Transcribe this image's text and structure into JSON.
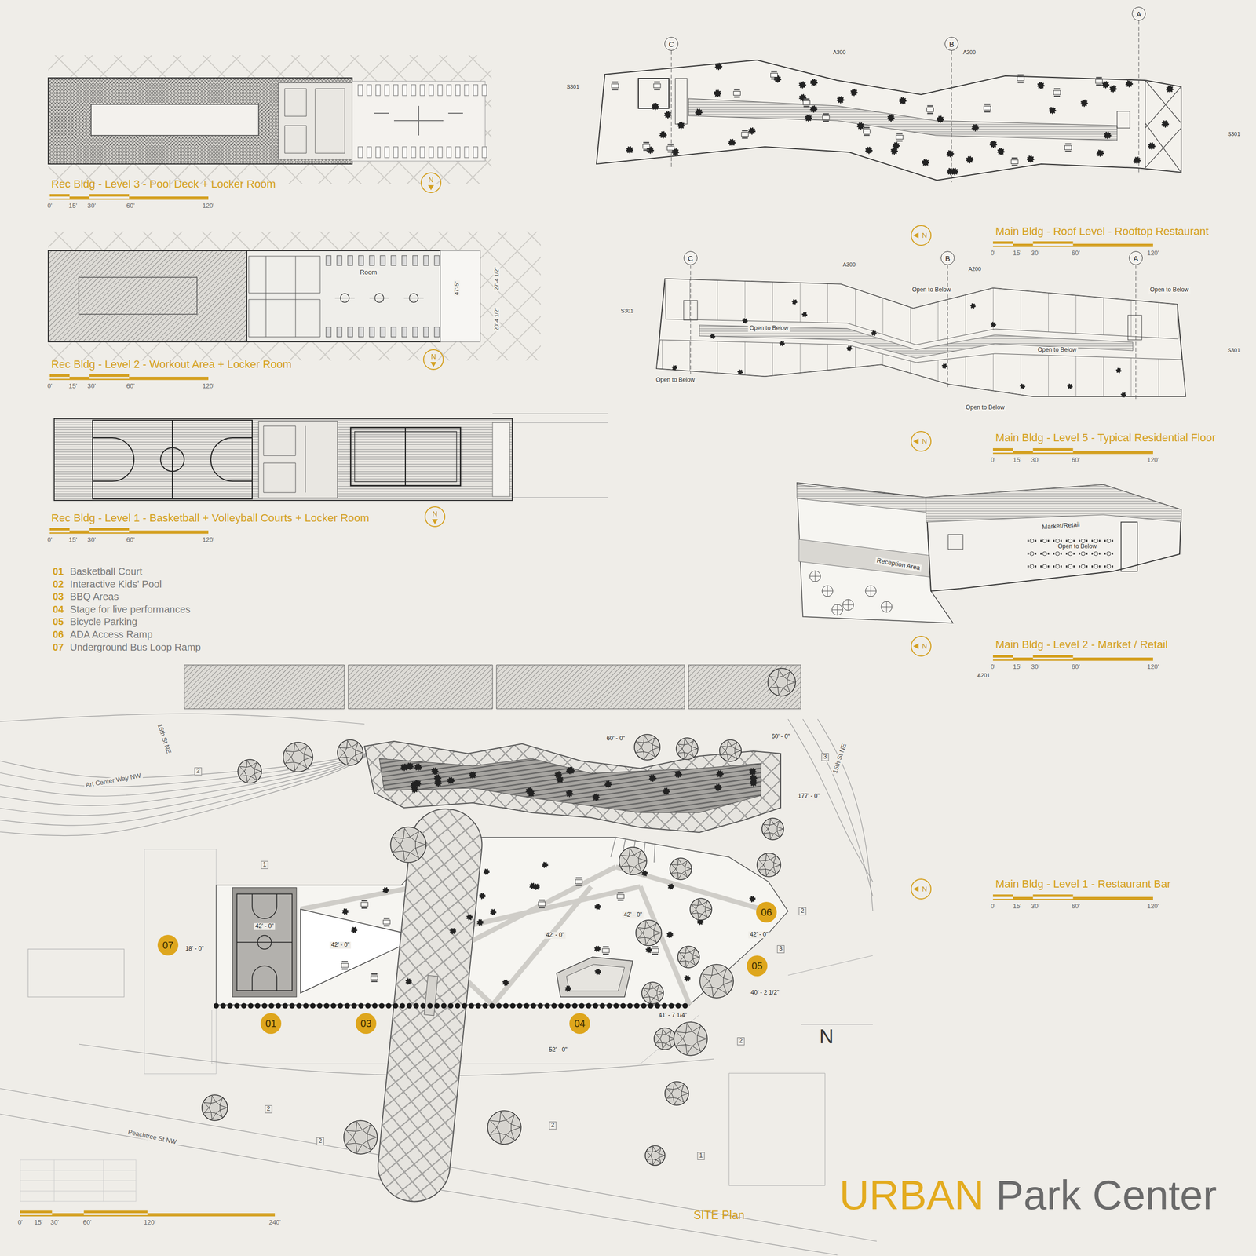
{
  "diagram": {
    "nodes": [
      {
        "text": [
          "A"
        ]
      },
      {
        "text": [
          "C"
        ]
      },
      {
        "text": [
          "B"
        ]
      },
      {
        "text": [
          "N"
        ]
      },
      {
        "text": [
          "N"
        ]
      },
      {
        "text": [
          "C"
        ]
      },
      {
        "text": [
          "B"
        ]
      },
      {
        "text": [
          "A"
        ]
      },
      {
        "text": [
          "N"
        ]
      },
      {
        "text": [
          "N"
        ]
      },
      {
        "text": [
          "N"
        ]
      },
      {
        "text": [
          "N"
        ]
      },
      {
        "text": [
          "N"
        ]
      },
      {
        "text": [
          "06"
        ]
      },
      {
        "text": [
          "07"
        ]
      },
      {
        "text": [
          "05"
        ]
      },
      {
        "text": [
          "01"
        ]
      },
      {
        "text": [
          "03"
        ]
      },
      {
        "text": [
          "04"
        ]
      }
    ],
    "labels": [
      "Rec Bldg - Level 3 - Pool Deck + Locker Room",
      "0'",
      "15'",
      "30'",
      "60'",
      "120'",
      "Room",
      "47'-5\"",
      "27'-4 1/2\"",
      "20'-4 1/2\"",
      "Rec Bldg - Level 2 - Workout Area + Locker Room",
      "0'",
      "15'",
      "30'",
      "60'",
      "120'",
      "Rec Bldg - Level 1 - Basketball + Volleyball Courts + Locker Room",
      "0'",
      "15'",
      "30'",
      "60'",
      "120'",
      "01",
      "Basketball Court",
      "02",
      "Interactive Kids' Pool",
      "03",
      "BBQ Areas",
      "04",
      "Stage for live performances",
      "05",
      "Bicycle Parking",
      "06",
      "ADA Access Ramp",
      "07",
      "Underground Bus Loop Ramp",
      "A300",
      "A200",
      "S301",
      "S301",
      "Main Bldg - Roof Level - Rooftop Restaurant",
      "0'",
      "15'",
      "30'",
      "60'",
      "120'",
      "A300",
      "A200",
      "S301",
      "S301",
      "Open to Below",
      "Open to Below",
      "Open to Below",
      "Open to Below",
      "Open to Below",
      "Open to Below",
      "Main Bldg - Level 5 - Typical Residential Floor",
      "0'",
      "15'",
      "30'",
      "60'",
      "120'",
      "Market/Retail",
      "Open to Below",
      "Reception Area",
      "A201",
      "Main Bldg - Level 2 - Market / Retail",
      "0'",
      "15'",
      "30'",
      "60'",
      "120'",
      "Main Bldg - Level 1 - Restaurant Bar",
      "0'",
      "15'",
      "30'",
      "60'",
      "120'",
      "16th St NE",
      "Art Center Way NW",
      "15th St NE",
      "Peachtree St NW",
      "60' - 0\"",
      "60' - 0\"",
      "177' - 0\"",
      "42' - 0\"",
      "18' - 0\"",
      "42' - 0\"",
      "42' - 0\"",
      "42' - 0\"",
      "42' - 0\"",
      "40' - 2 1/2\"",
      "41' - 7 1/4\"",
      "52' - 0\"",
      "2",
      "1",
      "3",
      "2",
      "3",
      "2",
      "2",
      "2",
      "2",
      "1",
      "N",
      "URBAN",
      "Park Center",
      "SITE Plan",
      "0'",
      "15'",
      "30'",
      "60'",
      "120'",
      "240'"
    ]
  }
}
